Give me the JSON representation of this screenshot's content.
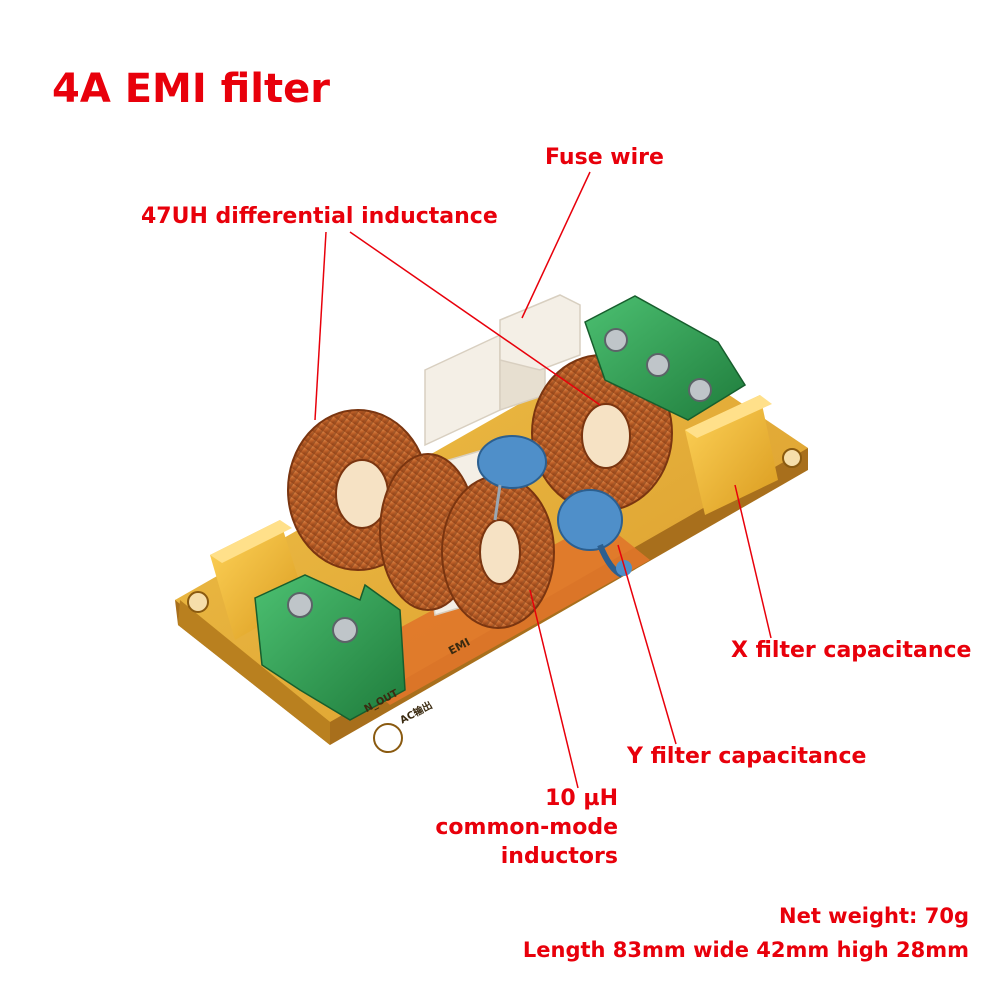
{
  "title": "4A EMI filter",
  "labels": {
    "fuse": "Fuse wire",
    "differential": "47UH differential inductance",
    "x_cap": "X filter capacitance",
    "y_cap": "Y filter capacitance",
    "common_mode": [
      "10 µH",
      "common-mode",
      "inductors"
    ]
  },
  "board_text": {
    "out_label": "N_OUT",
    "ac_label": "AC输出",
    "emi_label": "EMI"
  },
  "specs": {
    "weight": "Net weight: 70g",
    "dimensions": "Length 83mm wide 42mm high 28mm"
  },
  "colors": {
    "label_red": "#e8000b",
    "pcb_yellow": "#e8b43a",
    "pcb_orange": "#e0762a",
    "copper": "#c96a2e",
    "terminal_green": "#2e9b4f",
    "capacitor_yellow": "#f2b832",
    "y_cap_blue": "#4f8fc9",
    "fuse_white": "#f4efe6"
  }
}
